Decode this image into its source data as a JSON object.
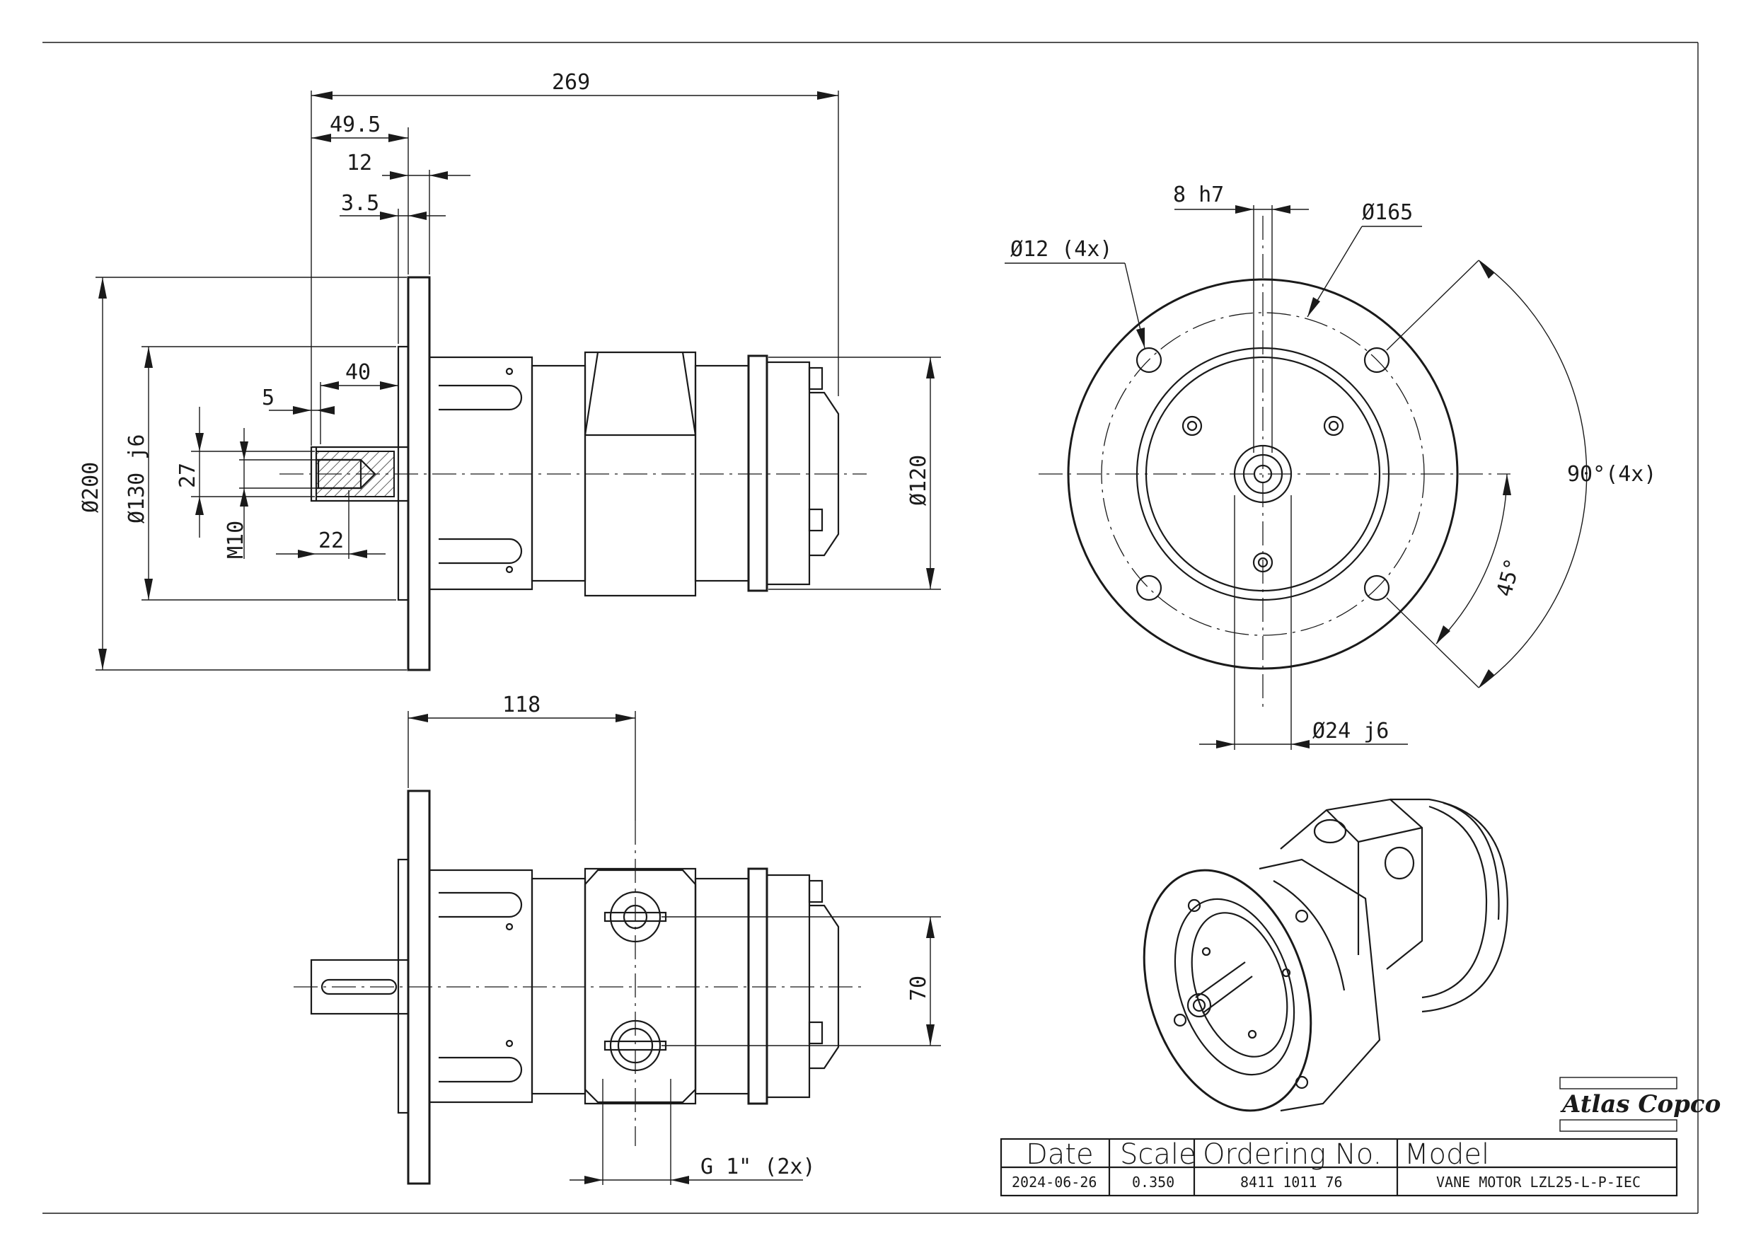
{
  "front_view": {
    "dims": {
      "overall_length": "269",
      "flange_offset": "49.5",
      "flange_thickness": "12",
      "spigot": "3.5",
      "shaft_length": "40",
      "shaft_step": "5",
      "key_width": "27",
      "thread": "M10",
      "thread_depth": "22",
      "flange_dia": "Ø200",
      "spigot_dia": "Ø130 j6",
      "body_dia": "Ø120"
    }
  },
  "end_view": {
    "dims": {
      "key": "8 h7",
      "bolt_circle": "Ø165",
      "holes": "Ø12 (4x)",
      "angle_spacing": "90°(4x)",
      "angle_offset": "45°",
      "shaft_dia": "Ø24 j6"
    }
  },
  "side_view": {
    "dims": {
      "port_offset": "118",
      "port_spacing": "70",
      "port_thread": "G 1\" (2x)"
    }
  },
  "brand": {
    "logo_text": "Atlas Copco"
  },
  "title_block": {
    "headers": {
      "date": "Date",
      "scale": "Scale",
      "ordering": "Ordering No.",
      "model": "Model"
    },
    "values": {
      "date": "2024-06-26",
      "scale": "0.350",
      "ordering": "8411 1011 76",
      "model": "VANE MOTOR LZL25-L-P-IEC"
    }
  }
}
